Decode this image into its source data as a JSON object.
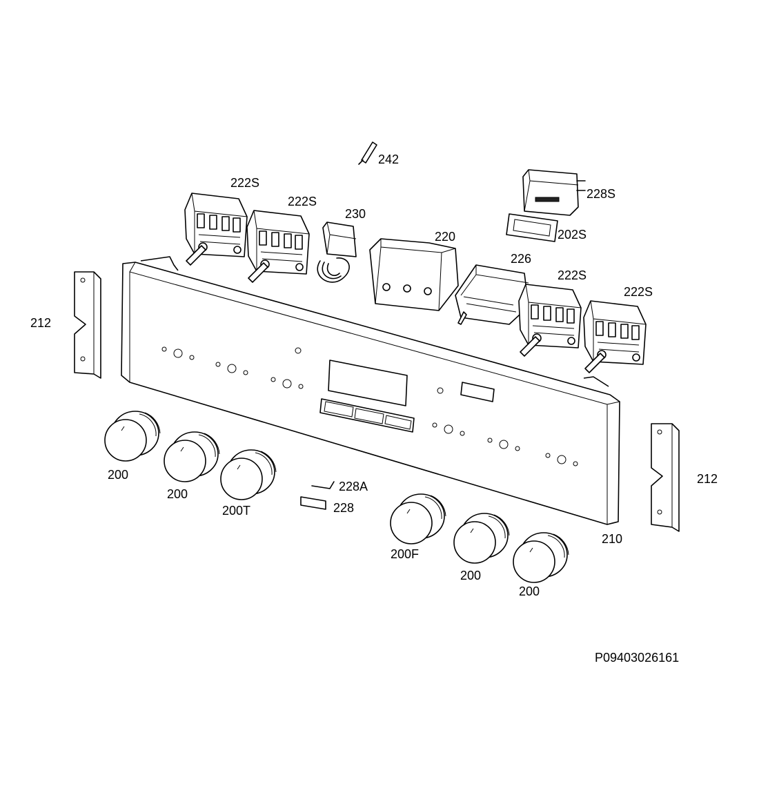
{
  "labels": {
    "l242": "242",
    "l222s_a": "222S",
    "l222s_b": "222S",
    "l230": "230",
    "l220": "220",
    "l226": "226",
    "l228s": "228S",
    "l202s": "202S",
    "l222s_c": "222S",
    "l222s_d": "222S",
    "l212_left": "212",
    "l212_right": "212",
    "l200_a": "200",
    "l200_b": "200",
    "l200t": "200T",
    "l228a": "228A",
    "l228": "228",
    "l200f": "200F",
    "l200_c": "200",
    "l200_d": "200",
    "l210": "210"
  },
  "drawing_number": "P09403026161"
}
